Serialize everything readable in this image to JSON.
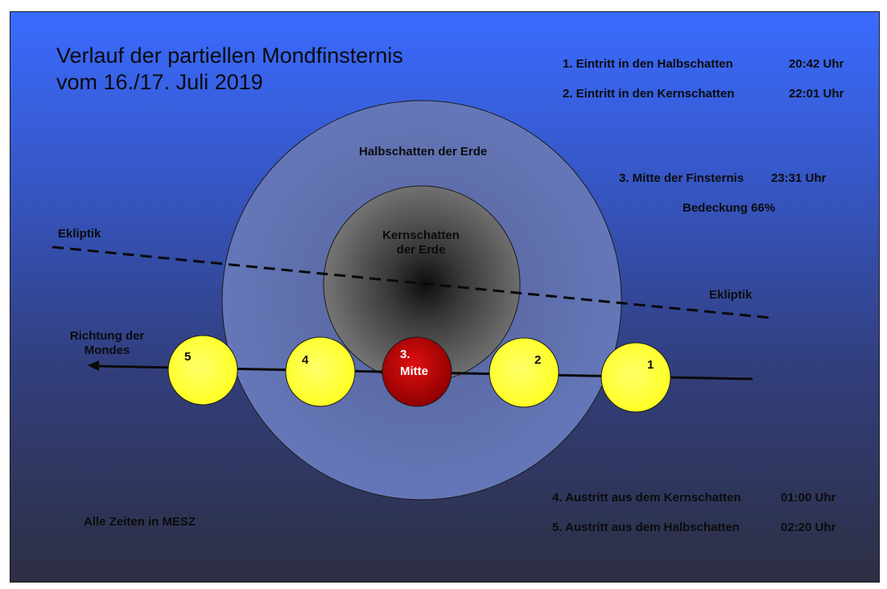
{
  "title": {
    "line1": "Verlauf der partiellen Mondfinsternis",
    "line2": "vom 16./17. Juli 2019"
  },
  "events": [
    {
      "label": "1. Eintritt in den Halbschatten",
      "time": "20:42 Uhr"
    },
    {
      "label": "2. Eintritt in den Kernschatten",
      "time": "22:01 Uhr"
    },
    {
      "label": "3. Mitte der Finsternis",
      "time": "23:31 Uhr"
    },
    {
      "label": "4. Austritt aus dem Kernschatten",
      "time": "01:00 Uhr"
    },
    {
      "label": "5. Austritt aus dem Halbschatten",
      "time": "02:20 Uhr"
    }
  ],
  "coverage": "Bedeckung 66%",
  "timezone_note": "Alle Zeiten in MESZ",
  "penumbra_label": "Halbschatten der Erde",
  "umbra_label": {
    "line1": "Kernschatten",
    "line2": "der Erde"
  },
  "ecliptic_label": "Ekliptik",
  "direction_label": {
    "line1": "Richtung der",
    "line2": "Mondes"
  },
  "moons": [
    {
      "label": "1"
    },
    {
      "label": "2"
    },
    {
      "label": "3.",
      "sublabel": "Mitte"
    },
    {
      "label": "4"
    },
    {
      "label": "5"
    }
  ],
  "colors": {
    "moon_fill": "#ffff3a",
    "moon_mid_fill": "#b80000",
    "penumbra_fill": "#5f73b6",
    "umbra_fill": "#6e6e6e"
  }
}
